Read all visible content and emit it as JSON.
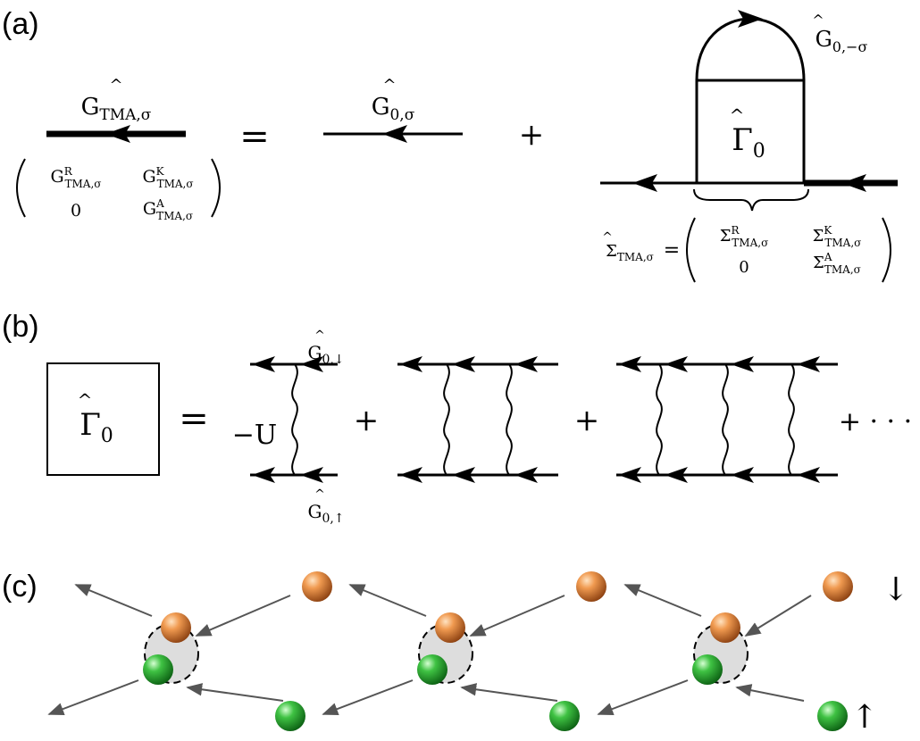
{
  "panel_labels": {
    "a": "(a)",
    "b": "(b)",
    "c": "(c)"
  },
  "panel_a": {
    "lhs_label": {
      "base": "G",
      "sub": "TMA,σ"
    },
    "equals": "=",
    "free_label": {
      "base": "G",
      "sub": "0,σ"
    },
    "plus": "+",
    "loop_label": {
      "base": "G",
      "sub": "0,−σ"
    },
    "vertex_label": {
      "base": "Γ",
      "sub": "0"
    },
    "lhs_matrix": {
      "r11": {
        "base": "G",
        "sup": "R",
        "sub": "TMA,σ"
      },
      "r12": {
        "base": "G",
        "sup": "K",
        "sub": "TMA,σ"
      },
      "r21": "0",
      "r22": {
        "base": "G",
        "sup": "A",
        "sub": "TMA,σ"
      }
    },
    "self_energy": {
      "lhs": {
        "base": "Σ",
        "sub": "TMA,σ"
      },
      "equals": "=",
      "r11": {
        "base": "Σ",
        "sup": "R",
        "sub": "TMA,σ"
      },
      "r12": {
        "base": "Σ",
        "sup": "K",
        "sub": "TMA,σ"
      },
      "r21": "0",
      "r22": {
        "base": "Σ",
        "sup": "A",
        "sub": "TMA,σ"
      }
    }
  },
  "panel_b": {
    "vertex_label": {
      "base": "Γ",
      "sub": "0"
    },
    "equals": "=",
    "interaction": "−U",
    "top_label": {
      "base": "G",
      "sub": "0,↓"
    },
    "bottom_label": {
      "base": "G",
      "sub": "0,↑"
    },
    "plus1": "+",
    "plus2": "+",
    "tail": "+ · · ·",
    "ladder_rungs": [
      1,
      2,
      3
    ]
  },
  "panel_c": {
    "spin_down_label": "↓",
    "spin_up_label": "↑",
    "colors": {
      "spin_down": "#e0823a",
      "spin_up": "#39b54a",
      "arrow": "#555555",
      "bubble": "#dddddd"
    }
  }
}
